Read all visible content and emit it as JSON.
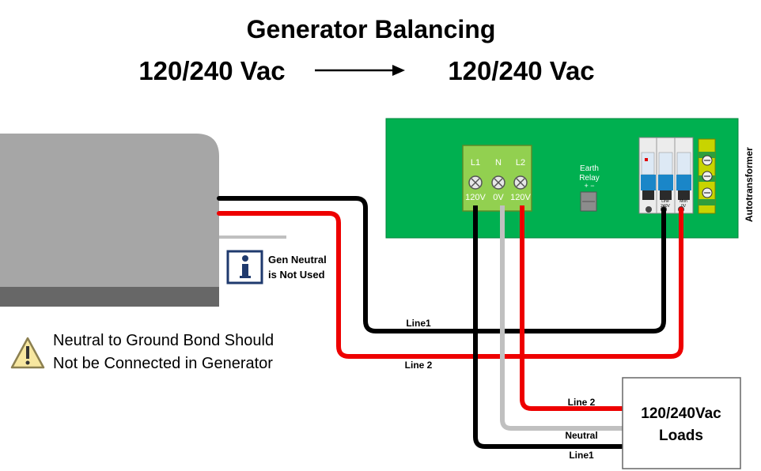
{
  "title": "Generator Balancing",
  "input_voltage": "120/240 Vac",
  "output_voltage": "120/240 Vac",
  "colors": {
    "line1": "#000000",
    "line2": "#ee0000",
    "neutral": "#c0c0c0",
    "pcb": "#00b050",
    "terminal": "#92d050",
    "generator": "#a6a6a6",
    "generator_base": "#676767",
    "info_icon": "#1f3a6e"
  },
  "terminal_block": {
    "labels": [
      "L1",
      "N",
      "L2"
    ],
    "voltages": [
      "120V",
      "0V",
      "120V"
    ]
  },
  "earth_relay": {
    "line1": "Earth",
    "line2": "Relay",
    "polarity": "+  −"
  },
  "breaker_labels": {
    "line_label": "Line",
    "line_voltage": "240V",
    "neutral_label": "Mon",
    "neutral_voltage": "0V"
  },
  "autotransformer_label": "Autotransformer",
  "info_note": {
    "line1": "Gen Neutral",
    "line2": "is Not Used"
  },
  "warning_note": {
    "line1": "Neutral to Ground Bond Should",
    "line2": "Not be Connected in Generator"
  },
  "wire_labels": {
    "gen_line1": "Line1",
    "gen_line2": "Line 2",
    "load_line2": "Line 2",
    "load_neutral": "Neutral",
    "load_line1": "Line1"
  },
  "loads": {
    "line1": "120/240Vac",
    "line2": "Loads"
  },
  "icons": {
    "arrow": "right-arrow-icon",
    "info": "info-icon",
    "warning": "warning-icon"
  }
}
